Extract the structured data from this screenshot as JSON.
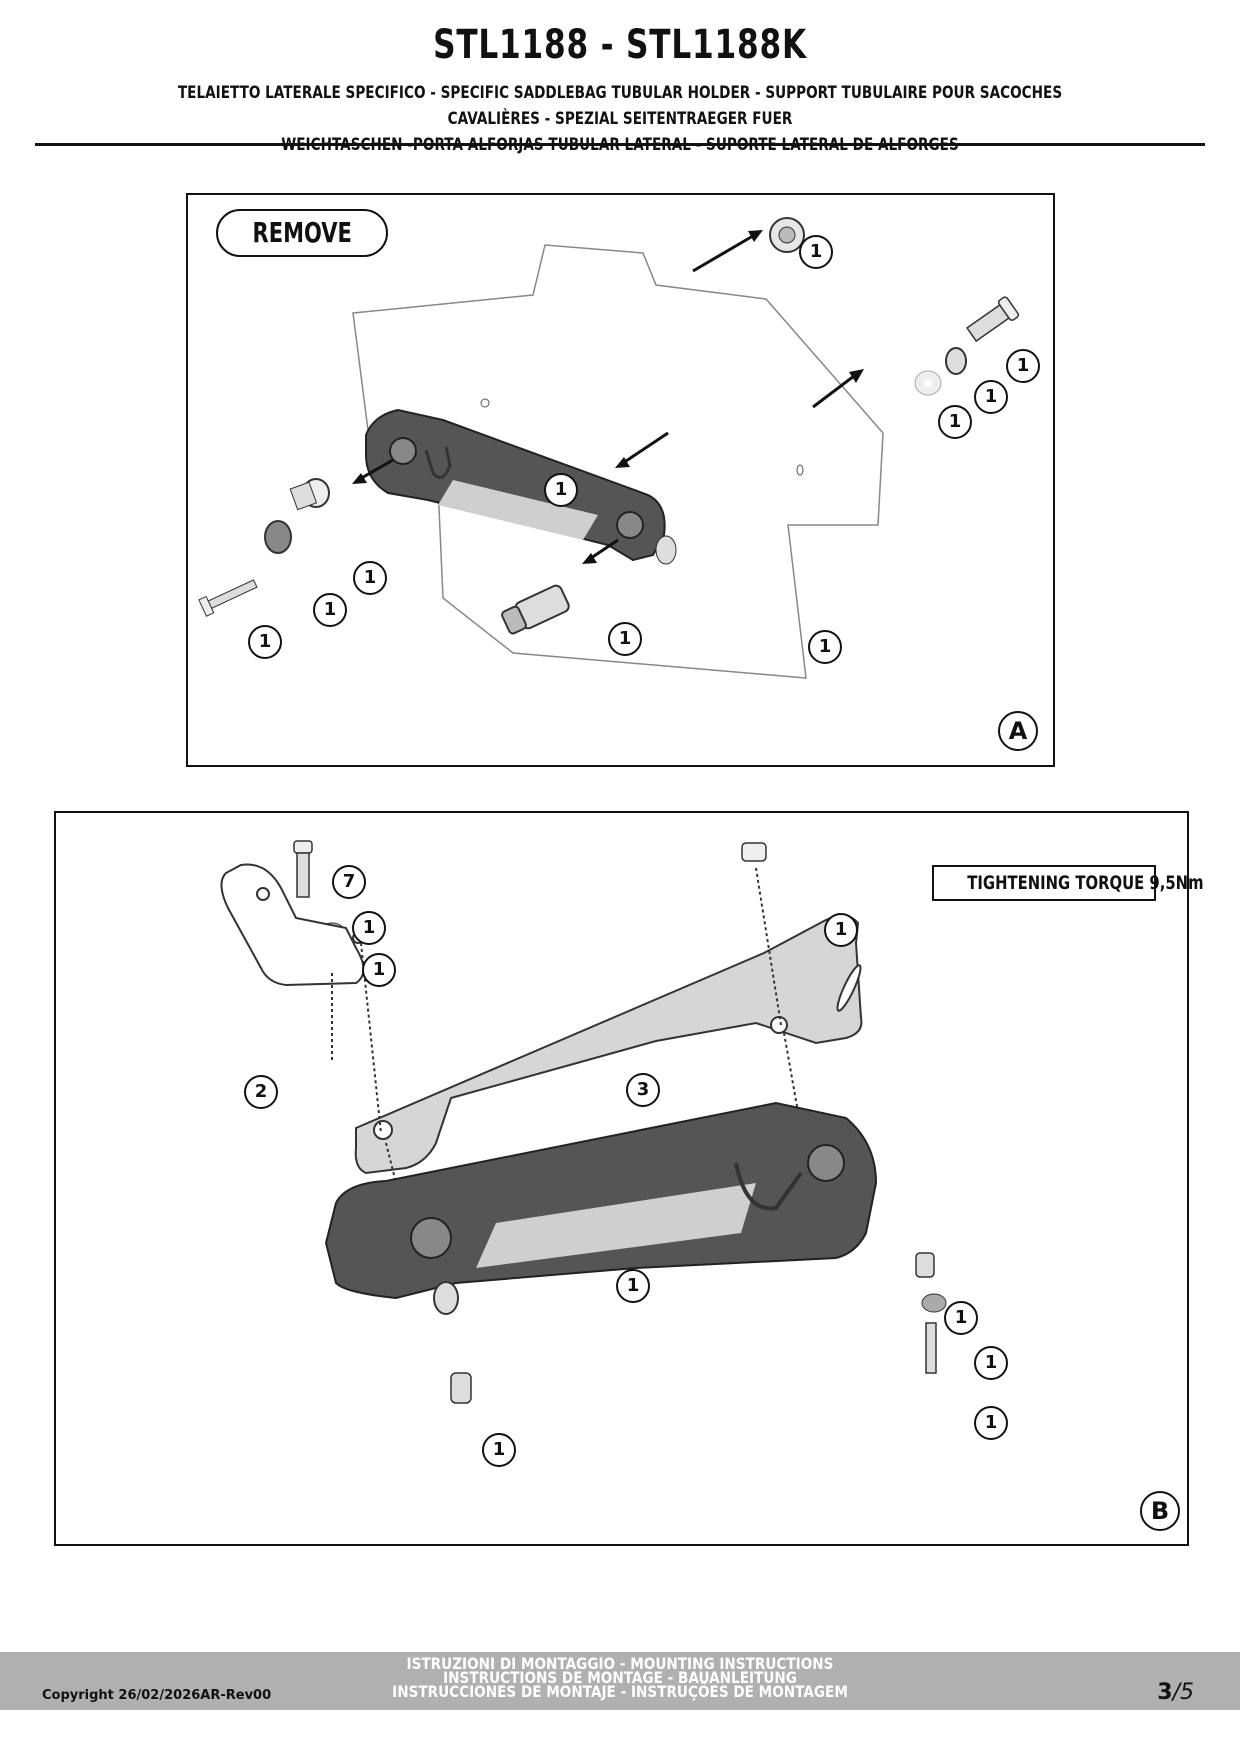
{
  "header": {
    "title": "STL1188 - STL1188K",
    "subtitle_line1": "TELAIETTO LATERALE SPECIFICO - SPECIFIC SADDLEBAG TUBULAR HOLDER - SUPPORT TUBULAIRE POUR SACOCHES CAVALIÈRES - SPEZIAL SEITENTRAEGER FUER",
    "subtitle_line2": "WEICHTASCHEN -PORTA ALFORJAS TUBULAR LATERAL - SUPORTE LATERAL DE ALFORGES"
  },
  "panel_a": {
    "letter": "A",
    "remove_label": "REMOVE",
    "callouts": [
      "1",
      "1",
      "1",
      "1",
      "1",
      "1",
      "1",
      "1",
      "1",
      "1"
    ]
  },
  "panel_b": {
    "letter": "B",
    "torque_label": "TIGHTENING TORQUE 9,5Nm",
    "callouts": [
      "7",
      "1",
      "1",
      "2",
      "1",
      "3",
      "1",
      "1",
      "1",
      "1",
      "1"
    ]
  },
  "footer": {
    "copyright": "Copyright 26/02/2026AR-Rev00",
    "line1": "ISTRUZIONI DI MONTAGGIO  -  MOUNTING INSTRUCTIONS",
    "line2": "INSTRUCTIONS DE MONTAGE - BAUANLEITUNG",
    "line3": "INSTRUCCIONES DE MONTAJE - INSTRUÇÕES DE MONTAGEM",
    "page_current": "3",
    "page_total": "/5"
  },
  "colors": {
    "footer_bg": "#b0b0b0",
    "part_dark": "#555555",
    "part_light": "#d8d8d8"
  }
}
